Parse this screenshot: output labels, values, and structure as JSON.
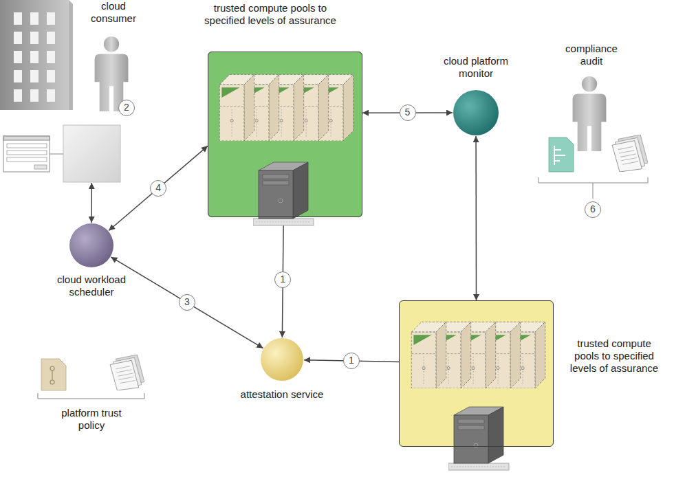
{
  "diagram": {
    "nodes": [
      {
        "text": [
          "cloud consumer"
        ]
      },
      {
        "text": [
          "trusted compute pools to specified levels of assurance"
        ]
      },
      {
        "text": [
          "cloud platform monitor"
        ]
      },
      {
        "text": [
          "cloud workload scheduler"
        ]
      },
      {
        "text": [
          "attestation service"
        ]
      },
      {
        "text": [
          "trusted compute pools to specified levels of assurance"
        ]
      }
    ],
    "edges": [
      {
        "from": 0,
        "to": 3,
        "arrow": "both"
      },
      {
        "from": 3,
        "to": 1,
        "label": "4",
        "arrow": "both"
      },
      {
        "from": 3,
        "to": 4,
        "label": "3",
        "arrow": "both"
      },
      {
        "from": 1,
        "to": 4,
        "label": "1",
        "arrow": "to"
      },
      {
        "from": 5,
        "to": 4,
        "label": "1",
        "arrow": "to"
      },
      {
        "from": 1,
        "to": 2,
        "label": "5",
        "arrow": "both"
      },
      {
        "from": 2,
        "to": 5,
        "arrow": "both"
      }
    ],
    "labels": [
      "2",
      "compliance audit",
      "6",
      "platform trust policy"
    ]
  }
}
